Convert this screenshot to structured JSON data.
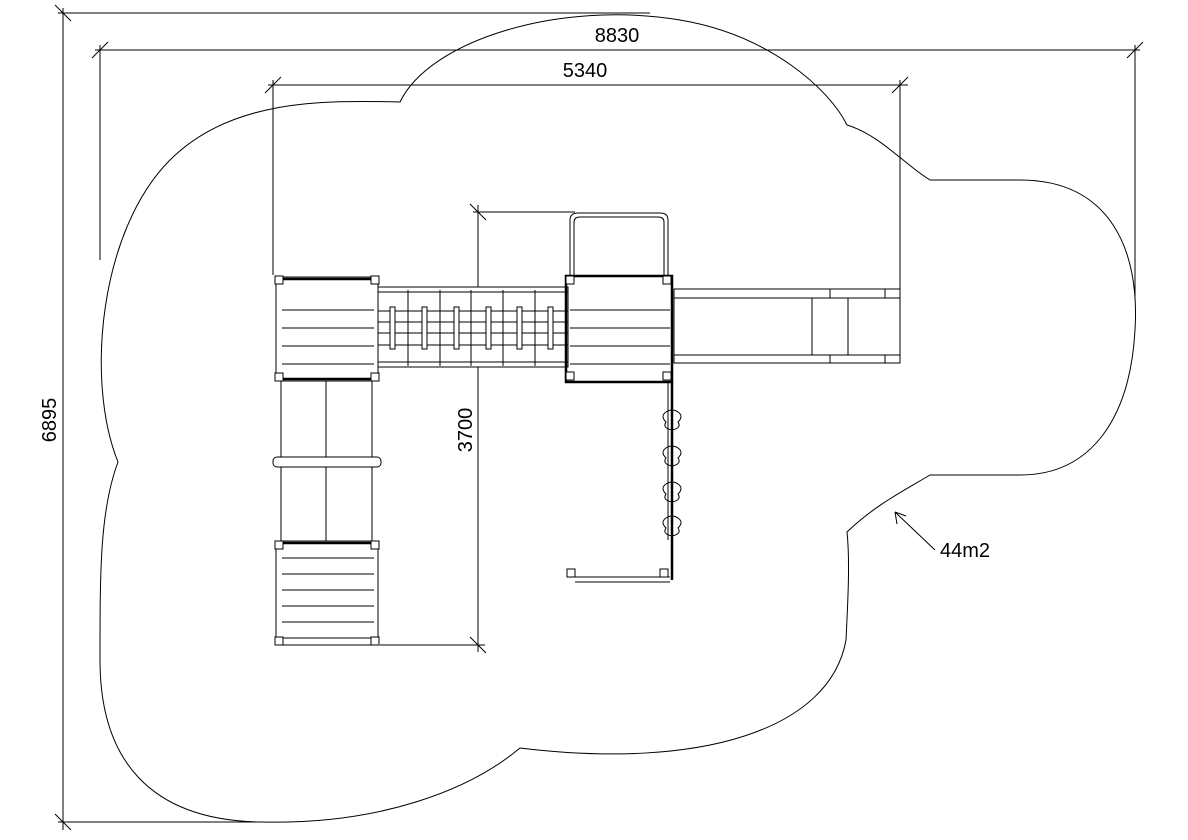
{
  "drawing": {
    "dimensions": {
      "overall_width": "8830",
      "structure_width": "5340",
      "overall_height": "6895",
      "structure_depth": "3700"
    },
    "area_label": "44m2",
    "colors": {
      "line": "#000000",
      "background": "#ffffff"
    }
  }
}
